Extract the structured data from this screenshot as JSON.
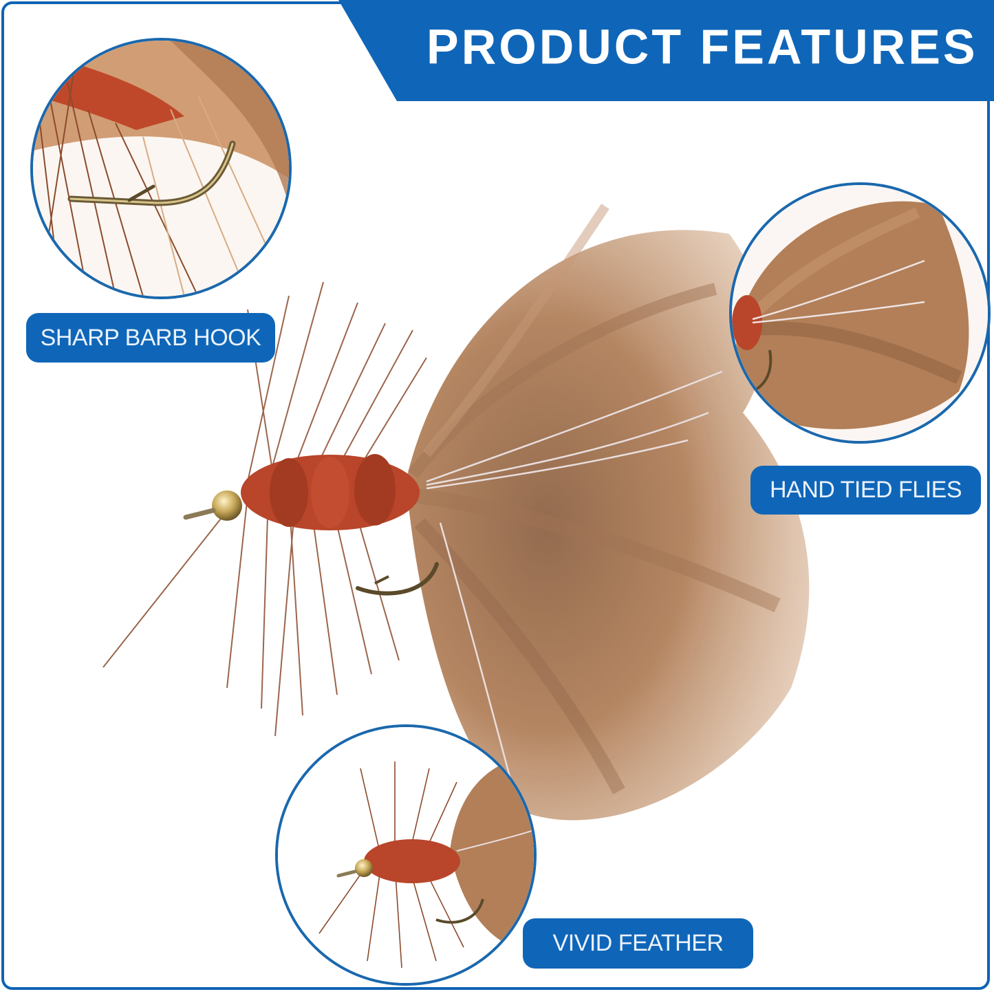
{
  "header": {
    "title": "PRODUCT FEATURES"
  },
  "colors": {
    "accent_blue": "#0f66b8",
    "frame_blue": "#0f63b3",
    "label_text": "#eaf2fb",
    "feather_tan": "#b27f58",
    "chenille_orange": "#b9452a",
    "hackle_brown": "#8a4a2c",
    "bead_gold": "#c9a95a",
    "background": "#ffffff"
  },
  "features": [
    {
      "label": "SHARP BARB HOOK",
      "icon": "hook-closeup"
    },
    {
      "label": "HAND TIED FLIES",
      "icon": "marabou-tail-closeup"
    },
    {
      "label": "VIVID FEATHER",
      "icon": "whole-fly-closeup"
    }
  ],
  "main_image": {
    "subject": "woolly bugger fly with bead head, orange chenille body, brown hackle and tan marabou tail with flash strands"
  }
}
